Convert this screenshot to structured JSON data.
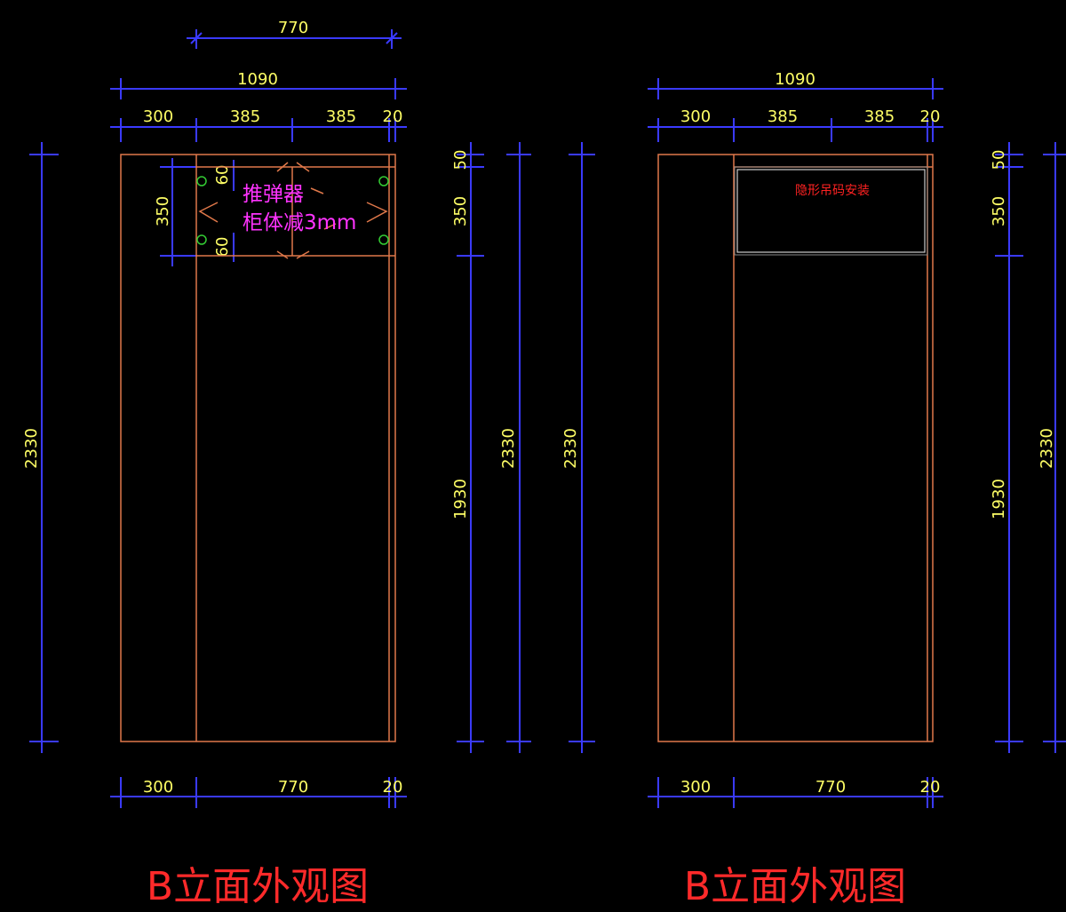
{
  "left_view": {
    "title": "B立面外观图",
    "dims": {
      "top_770": "770",
      "total_width": "1090",
      "seg_300": "300",
      "seg_385a": "385",
      "seg_385b": "385",
      "seg_20": "20",
      "height_total": "2330",
      "height_350": "350",
      "gap_60_top": "60",
      "gap_60_bottom": "60",
      "bottom_300": "300",
      "bottom_770": "770",
      "bottom_20": "20"
    },
    "note_line1": "推弹器",
    "note_line2": "柜体减3mm"
  },
  "middle_dims": {
    "d50": "50",
    "d350": "350",
    "d1930": "1930",
    "d2330a": "2330",
    "d2330b": "2330"
  },
  "right_view": {
    "title": "B立面外观图",
    "dims": {
      "total_width": "1090",
      "seg_300": "300",
      "seg_385a": "385",
      "seg_385b": "385",
      "seg_20": "20",
      "bottom_300": "300",
      "bottom_770": "770",
      "bottom_20": "20"
    },
    "note": "隐形吊码安装",
    "right_edge": {
      "d50": "50",
      "d350": "350",
      "d1930": "1930",
      "d2330": "2330"
    }
  },
  "colors": {
    "background": "#000000",
    "dimension_lines": "#3a3aff",
    "dimension_text": "#ffff66",
    "object_lines": "#e0784a",
    "note_magenta": "#ff33ff",
    "title_red": "#ff2a2a"
  }
}
